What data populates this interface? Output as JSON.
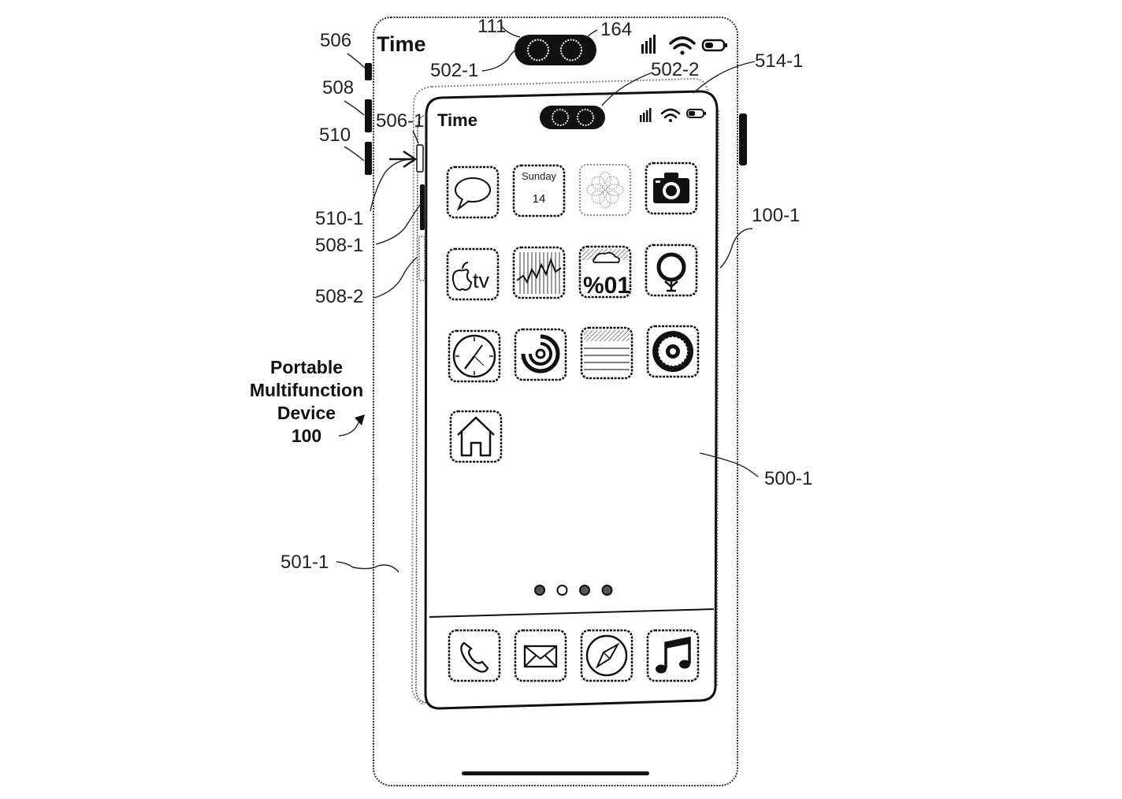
{
  "caption": {
    "line1": "Portable",
    "line2": "Multifunction",
    "line3": "Device",
    "line4": "100"
  },
  "reference_labels": {
    "r506": "506",
    "r508": "508",
    "r510": "510",
    "r111": "111",
    "r164": "164",
    "r502_1": "502-1",
    "r502_2": "502-2",
    "r514_1": "514-1",
    "r506_1": "506-1",
    "r510_1": "510-1",
    "r508_1": "508-1",
    "r508_2": "508-2",
    "r100_1": "100-1",
    "r500_1": "500-1",
    "r501_1": "501-1"
  },
  "outer_device": {
    "status_time": "Time",
    "icons": [
      "camera-sensor-icon",
      "signal-bars-icon",
      "wifi-icon",
      "battery-icon"
    ]
  },
  "inner_device": {
    "status_time": "Time",
    "calendar_day": "Sunday",
    "calendar_date": "14",
    "tv_label": "tv",
    "weather_text": "%01",
    "app_icons": [
      "messages-icon",
      "calendar-icon",
      "photos-icon",
      "camera-icon",
      "tv-app-icon",
      "stocks-icon",
      "weather-icon",
      "fitness-icon",
      "clock-icon",
      "activity-icon",
      "notes-icon",
      "settings-icon",
      "home-app-icon"
    ],
    "page_dots": 4,
    "active_page": 2,
    "dock_icons": [
      "phone-icon",
      "mail-icon",
      "safari-compass-icon",
      "music-icon"
    ]
  },
  "colors": {
    "ink": "#111111",
    "dotted_edge": "#8a8a8a",
    "background": "#ffffff"
  }
}
